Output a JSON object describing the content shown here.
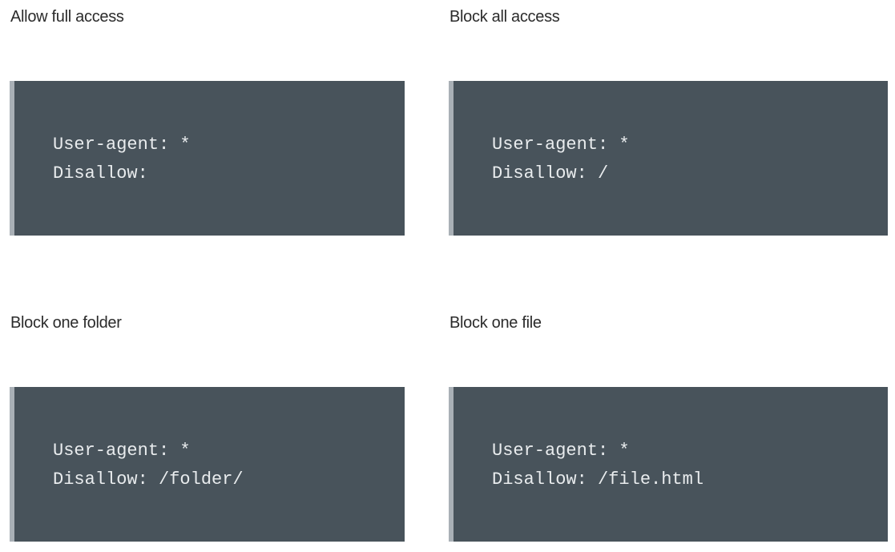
{
  "examples": [
    {
      "title": "Allow full access",
      "lines": [
        "User-agent: *",
        "Disallow:"
      ]
    },
    {
      "title": "Block all access",
      "lines": [
        "User-agent: *",
        "Disallow: /"
      ]
    },
    {
      "title": "Block one folder",
      "lines": [
        "User-agent: *",
        "Disallow: /folder/"
      ]
    },
    {
      "title": "Block one file",
      "lines": [
        "User-agent: *",
        "Disallow: /file.html"
      ]
    }
  ],
  "colors": {
    "code_background": "#48535b",
    "code_border": "#a9b0b6",
    "code_text": "#e9ecee",
    "heading_text": "#2b2b2b"
  }
}
